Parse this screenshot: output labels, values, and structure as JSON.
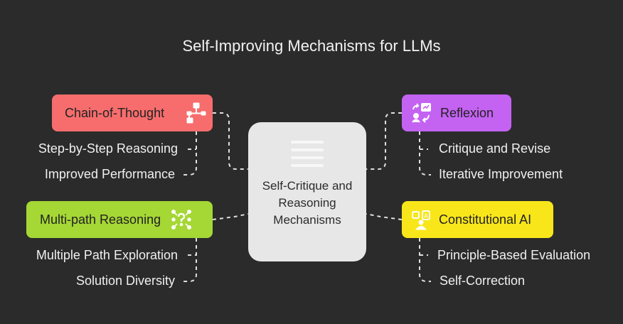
{
  "title": "Self-Improving Mechanisms for LLMs",
  "center": {
    "label": "Self-Critique and Reasoning Mechanisms"
  },
  "colors": {
    "background": "#2b2b2b",
    "center": "#e7e7e7",
    "chain": "#f76d6d",
    "reflexion": "#c462f2",
    "multipath": "#a5d735",
    "constitutional": "#f8e61a",
    "connector": "#e0e0e0"
  },
  "nodes": {
    "chain": {
      "label": "Chain-of-Thought",
      "icon": "flowchart-icon",
      "items": [
        "Step-by-Step Reasoning",
        "Improved Performance"
      ]
    },
    "reflexion": {
      "label": "Reflexion",
      "icon": "reflection-icon",
      "items": [
        "Critique and Revise",
        "Iterative Improvement"
      ]
    },
    "multipath": {
      "label": "Multi-path Reasoning",
      "icon": "question-network-icon",
      "items": [
        "Multiple Path Exploration",
        "Solution Diversity"
      ]
    },
    "constitutional": {
      "label": "Constitutional AI",
      "icon": "ai-rules-icon",
      "items": [
        "Principle-Based Evaluation",
        "Self-Correction"
      ]
    }
  }
}
